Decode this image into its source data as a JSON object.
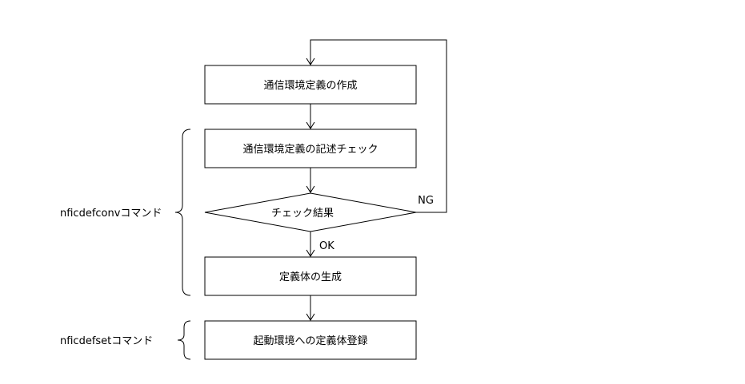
{
  "flow": {
    "step_create": "通信環境定義の作成",
    "step_check": "通信環境定義の記述チェック",
    "decision": "チェック結果",
    "step_generate": "定義体の生成",
    "step_register": "起動環境への定義体登録",
    "label_ng": "NG",
    "label_ok": "OK"
  },
  "commands": {
    "nficdefconv": "nficdefconvコマンド",
    "nficdefset": "nficdefsetコマンド"
  }
}
